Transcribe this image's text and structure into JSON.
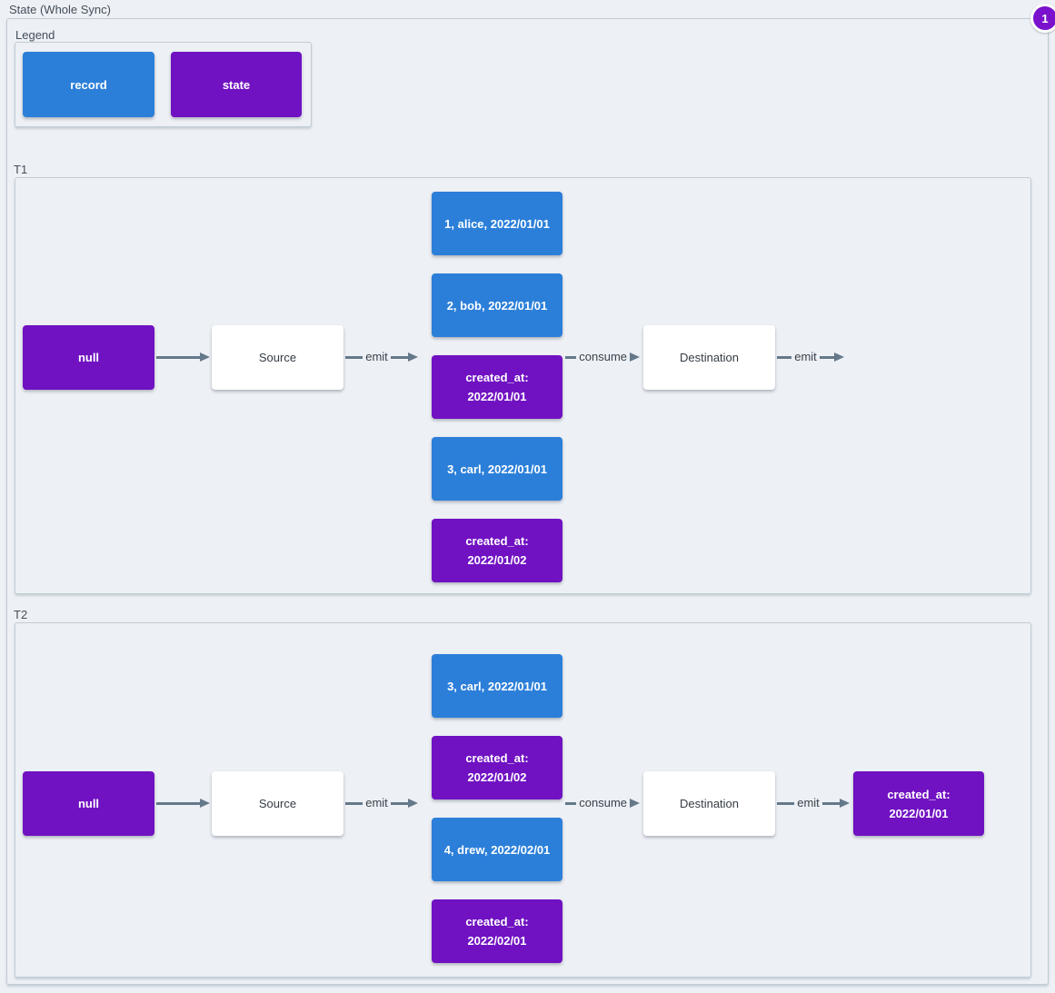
{
  "page": {
    "title": "State (Whole Sync)",
    "badge": "1",
    "background_color": "#edf0f5",
    "border_color": "#c2ccd4",
    "arrow_color": "#64798a"
  },
  "legend": {
    "label": "Legend",
    "items": [
      {
        "label": "record",
        "type": "record",
        "color": "#2b7fd9"
      },
      {
        "label": "state",
        "type": "state",
        "color": "#7011c2"
      }
    ]
  },
  "t1": {
    "label": "T1",
    "null_label": "null",
    "source_label": "Source",
    "destination_label": "Destination",
    "emit_in_label": "emit",
    "consume_label": "consume",
    "emit_out_label": "emit",
    "stack": [
      {
        "label": "1, alice, 2022/01/01",
        "type": "record"
      },
      {
        "label": "2, bob, 2022/01/01",
        "type": "record"
      },
      {
        "label": "created_at: 2022/01/01",
        "type": "state"
      },
      {
        "label": "3, carl, 2022/01/01",
        "type": "record"
      },
      {
        "label": "created_at: 2022/01/02",
        "type": "state"
      }
    ]
  },
  "t2": {
    "label": "T2",
    "null_label": "null",
    "source_label": "Source",
    "destination_label": "Destination",
    "emit_in_label": "emit",
    "consume_label": "consume",
    "emit_out_label": "emit",
    "emitted_state_label": "created_at: 2022/01/01",
    "stack": [
      {
        "label": "3, carl, 2022/01/01",
        "type": "record"
      },
      {
        "label": "created_at: 2022/01/02",
        "type": "state"
      },
      {
        "label": "4, drew, 2022/02/01",
        "type": "record"
      },
      {
        "label": "created_at: 2022/02/01",
        "type": "state"
      }
    ]
  }
}
